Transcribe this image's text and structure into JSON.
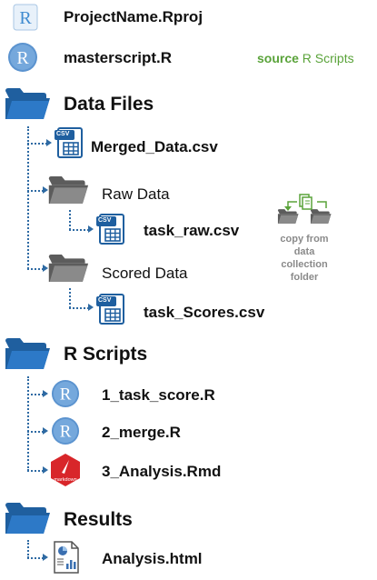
{
  "project": {
    "rproj_label": "ProjectName.Rproj",
    "master_label": "masterscript.R"
  },
  "source_note": {
    "keyword": "source",
    "rest": " R Scripts"
  },
  "data_files": {
    "folder_label": "Data Files",
    "merged_label": "Merged_Data.csv",
    "raw": {
      "folder_label": "Raw Data",
      "file_label": "task_raw.csv"
    },
    "scored": {
      "folder_label": "Scored Data",
      "file_label": "task_Scores.csv"
    }
  },
  "copy_note": {
    "lines": [
      "copy from",
      "data",
      "collection",
      "folder"
    ]
  },
  "r_scripts": {
    "folder_label": "R Scripts",
    "items": [
      "1_task_score.R",
      "2_merge.R",
      "3_Analysis.Rmd"
    ]
  },
  "results": {
    "folder_label": "Results",
    "file_label": "Analysis.html"
  },
  "icon_text": {
    "csv": "CSV",
    "r": "R",
    "markdown": "markdown"
  },
  "colors": {
    "folder_blue": "#1f5f9f",
    "folder_grey": "#6e6e6e",
    "dots": "#2e6aa3",
    "source_green": "#5aa33a",
    "rmd_red": "#d8262a"
  }
}
